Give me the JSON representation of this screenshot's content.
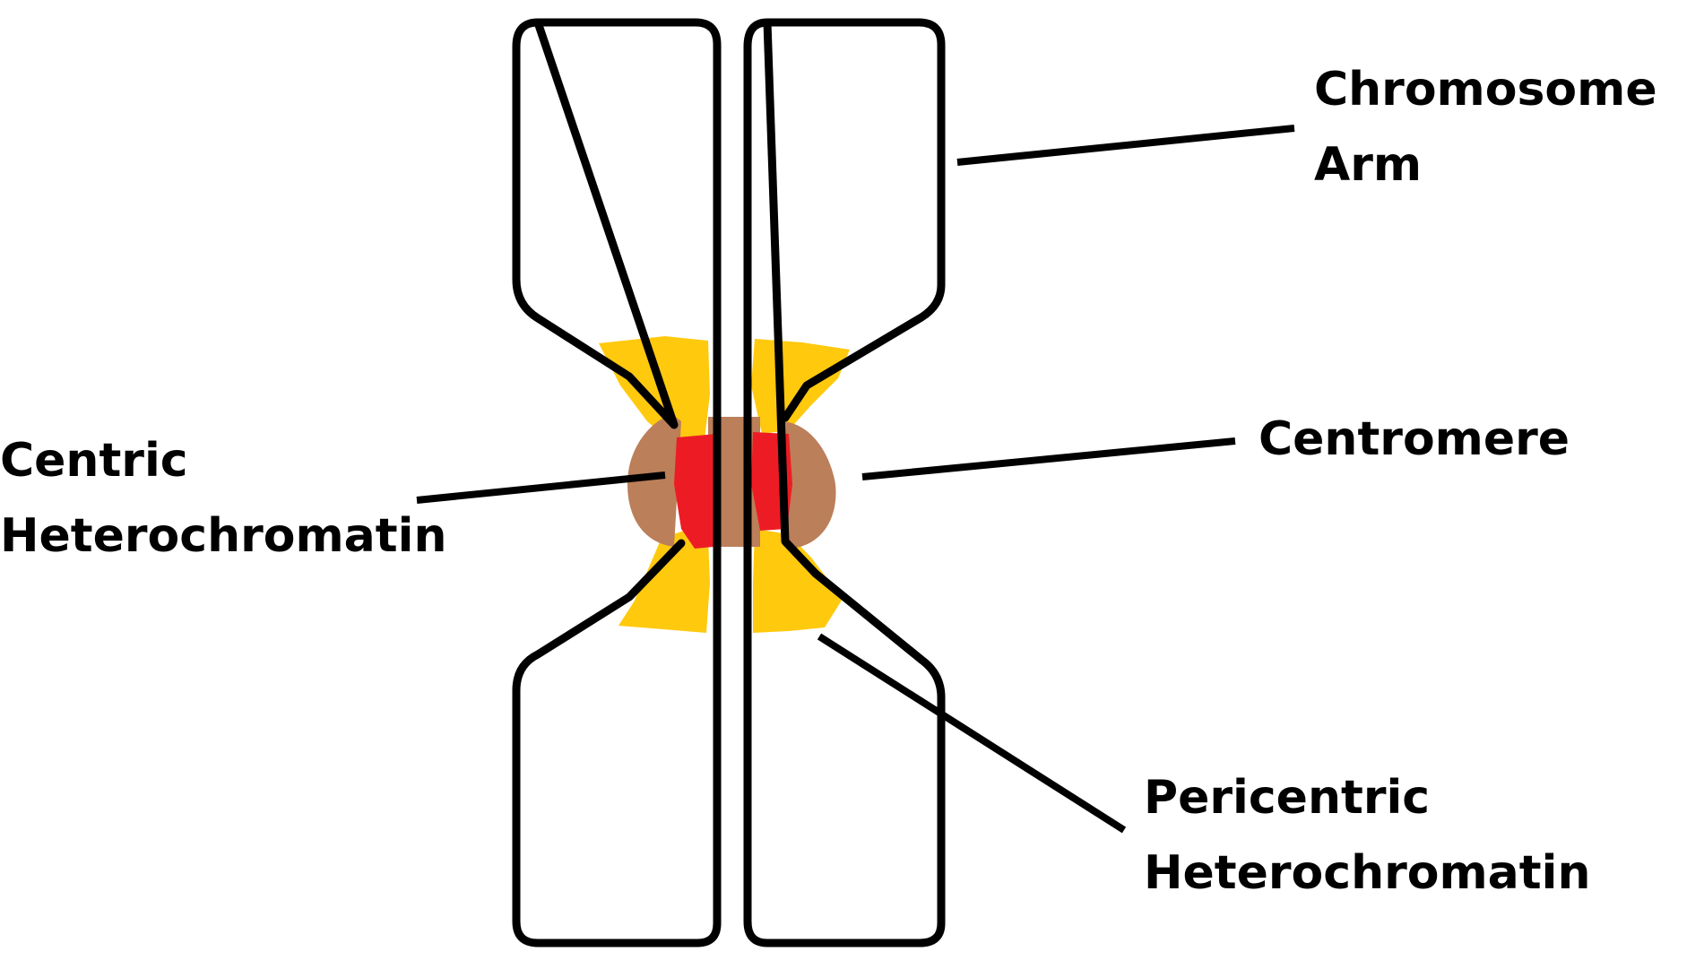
{
  "diagram": {
    "labels": {
      "chromosome_arm": [
        "Chromosome",
        "Arm"
      ],
      "centromere": [
        "Centromere"
      ],
      "centric_heterochromatin": [
        "Centric",
        "Heterochromatin"
      ],
      "pericentric_heterochromatin": [
        "Pericentric",
        "Heterochromatin"
      ]
    },
    "colors": {
      "outline": "#000000",
      "centromere": "#bb7f5a",
      "centric_heterochromatin": "#ed1c24",
      "pericentric_heterochromatin": "#ffc90e",
      "background": "#ffffff"
    }
  }
}
